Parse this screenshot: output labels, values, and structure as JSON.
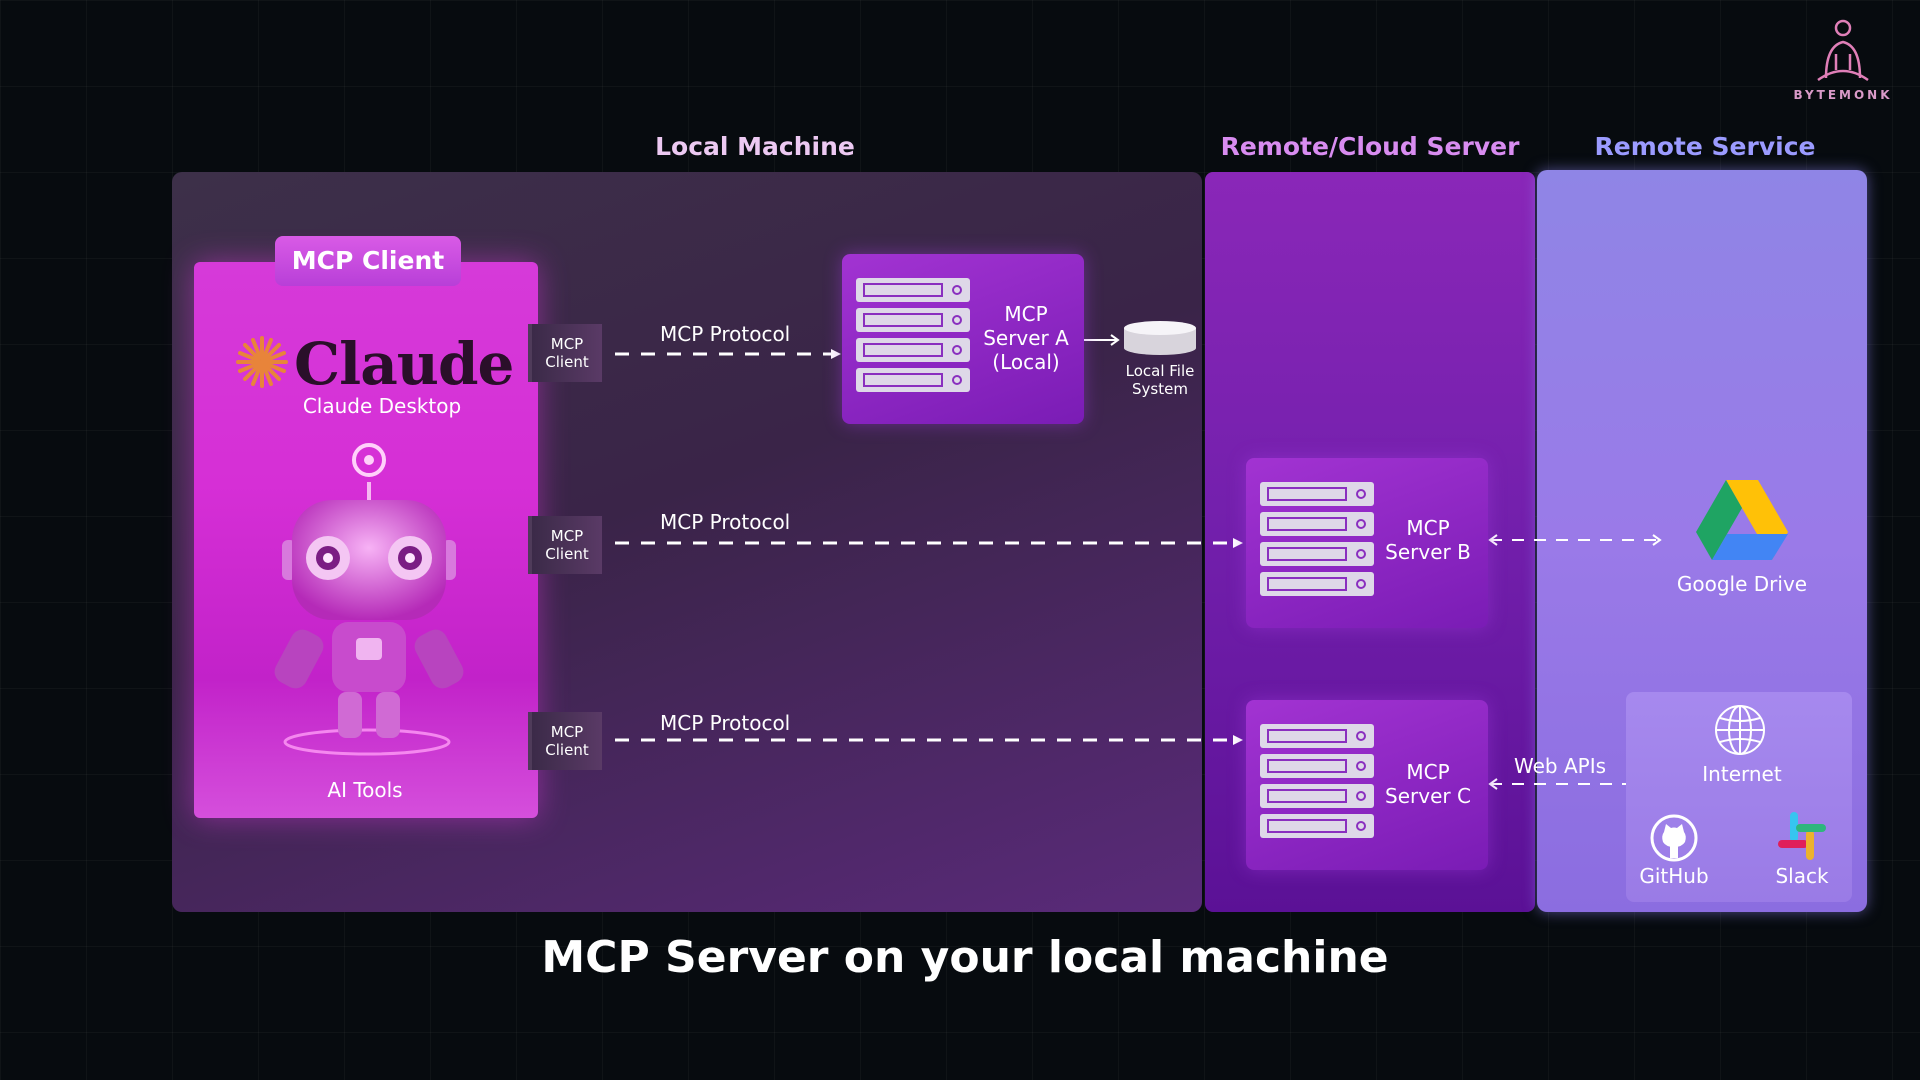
{
  "lanes": {
    "local": "Local Machine",
    "remote": "Remote/Cloud Server",
    "service": "Remote Service"
  },
  "colors": {
    "local_title": "#ecc9f2",
    "remote_title": "#d88cf0",
    "service_title": "#9b9bff",
    "client_card": "#d62fd6",
    "server_box": "#8f2ac4"
  },
  "client": {
    "badge": "MCP Client",
    "brand": "Claude",
    "product": "Claude Desktop",
    "caption": "AI Tools"
  },
  "connections": [
    {
      "tab": "MCP Client",
      "protocol": "MCP Protocol"
    },
    {
      "tab": "MCP Client",
      "protocol": "MCP Protocol"
    },
    {
      "tab": "MCP Client",
      "protocol": "MCP Protocol"
    }
  ],
  "servers": {
    "a": "MCP Server A (Local)",
    "b": "MCP Server B",
    "c": "MCP Server C"
  },
  "local_fs": "Local File System",
  "web_apis": "Web APIs",
  "services": {
    "gdrive": "Google Drive",
    "internet": "Internet",
    "github": "GitHub",
    "slack": "Slack"
  },
  "icons": [
    "server-rack-icon",
    "database-icon",
    "google-drive-icon",
    "globe-icon",
    "github-icon",
    "slack-icon",
    "claude-logo-icon",
    "robot-illustration",
    "bytemonk-logo-icon"
  ],
  "bottom_title": "MCP Server on your local machine",
  "brand_name": "BYTEMONK"
}
